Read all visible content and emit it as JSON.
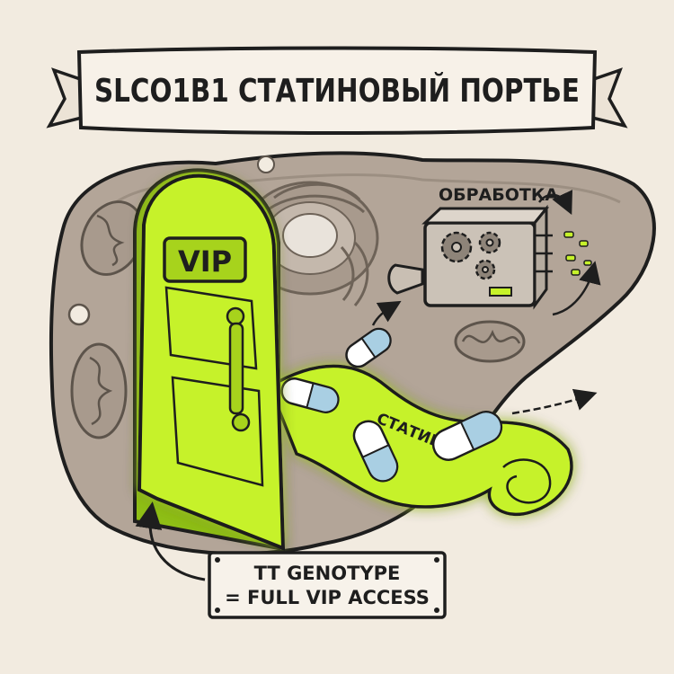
{
  "banner": {
    "title": "SLCO1B1 СТАТИНОВЫЙ ПОРТЬЕ"
  },
  "door": {
    "sign": "VIP"
  },
  "processing": {
    "label": "ОБРАБОТКА"
  },
  "ribbon": {
    "label": "СТАТИНЫ"
  },
  "info_box": {
    "line1": "TT GENOTYPE",
    "line2": "= FULL VIP ACCESS"
  },
  "colors": {
    "accent_green": "#c6f22a",
    "liver": "#b3a598",
    "liver_dark": "#8f8173",
    "paper": "#f2ebe0",
    "ink": "#1e1e1e",
    "pill_blue": "#a9cfe3"
  }
}
